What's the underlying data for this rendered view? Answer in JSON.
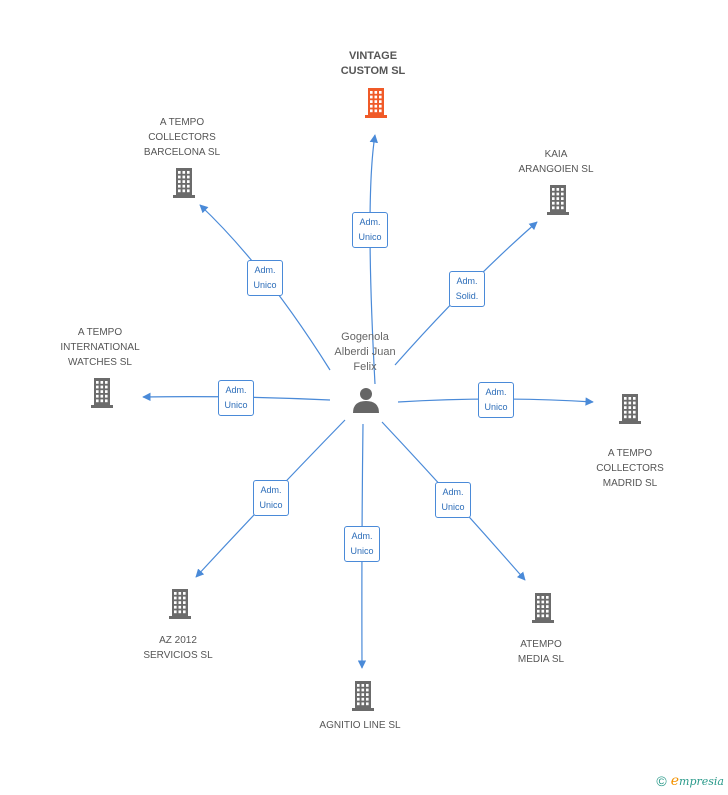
{
  "person": {
    "label": "Gogenola\nAlberdi Juan\nFelix"
  },
  "companies": [
    {
      "id": "vintage",
      "label": "VINTAGE\nCUSTOM SL",
      "highlight": true
    },
    {
      "id": "barcelona",
      "label": "A TEMPO\nCOLLECTORS\nBARCELONA SL",
      "highlight": false
    },
    {
      "id": "kaia",
      "label": "KAIA\nARANGOIEN SL",
      "highlight": false
    },
    {
      "id": "watches",
      "label": "A TEMPO\nINTERNATIONAL\nWATCHES SL",
      "highlight": false
    },
    {
      "id": "madrid",
      "label": "A TEMPO\nCOLLECTORS\nMADRID SL",
      "highlight": false
    },
    {
      "id": "az2012",
      "label": "AZ 2012\nSERVICIOS SL",
      "highlight": false
    },
    {
      "id": "agnitio",
      "label": "AGNITIO LINE SL",
      "highlight": false
    },
    {
      "id": "atempomedia",
      "label": "ATEMPO\nMEDIA SL",
      "highlight": false
    }
  ],
  "edges": [
    {
      "to": "vintage",
      "label": "Adm.\nUnico"
    },
    {
      "to": "barcelona",
      "label": "Adm.\nUnico"
    },
    {
      "to": "kaia",
      "label": "Adm.\nSolid."
    },
    {
      "to": "watches",
      "label": "Adm.\nUnico"
    },
    {
      "to": "madrid",
      "label": "Adm.\nUnico"
    },
    {
      "to": "az2012",
      "label": "Adm.\nUnico"
    },
    {
      "to": "agnitio",
      "label": "Adm.\nUnico"
    },
    {
      "to": "atempomedia",
      "label": "Adm.\nUnico"
    }
  ],
  "colors": {
    "edge": "#4a8ad8",
    "building": "#6b6b6b",
    "highlight": "#f05a28",
    "person": "#666666"
  },
  "footer": {
    "copyright_symbol": "©",
    "brand_first": "e",
    "brand_rest": "mpresia"
  }
}
